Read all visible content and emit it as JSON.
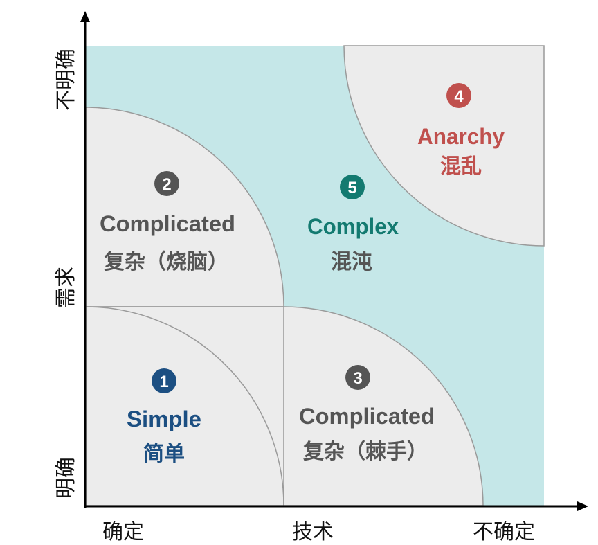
{
  "axes": {
    "y_title": "需求",
    "y_top": "不明确",
    "y_bottom": "明确",
    "x_title": "技术",
    "x_left": "确定",
    "x_right": "不确定"
  },
  "zones": [
    {
      "num": "1",
      "en": "Simple",
      "zh": "简单",
      "color": "#1c4f82"
    },
    {
      "num": "2",
      "en": "Complicated",
      "zh": "复杂（烧脑）",
      "color": "#555555"
    },
    {
      "num": "3",
      "en": "Complicated",
      "zh": "复杂（棘手）",
      "color": "#555555"
    },
    {
      "num": "4",
      "en": "Anarchy",
      "zh": "混乱",
      "color": "#c0504d"
    },
    {
      "num": "5",
      "en": "Complex",
      "zh": "混沌",
      "color": "#137a70"
    }
  ],
  "colors": {
    "teal_bg": "#c5e7e8",
    "gray_zone": "#ececec",
    "line": "#9a9a9a"
  }
}
